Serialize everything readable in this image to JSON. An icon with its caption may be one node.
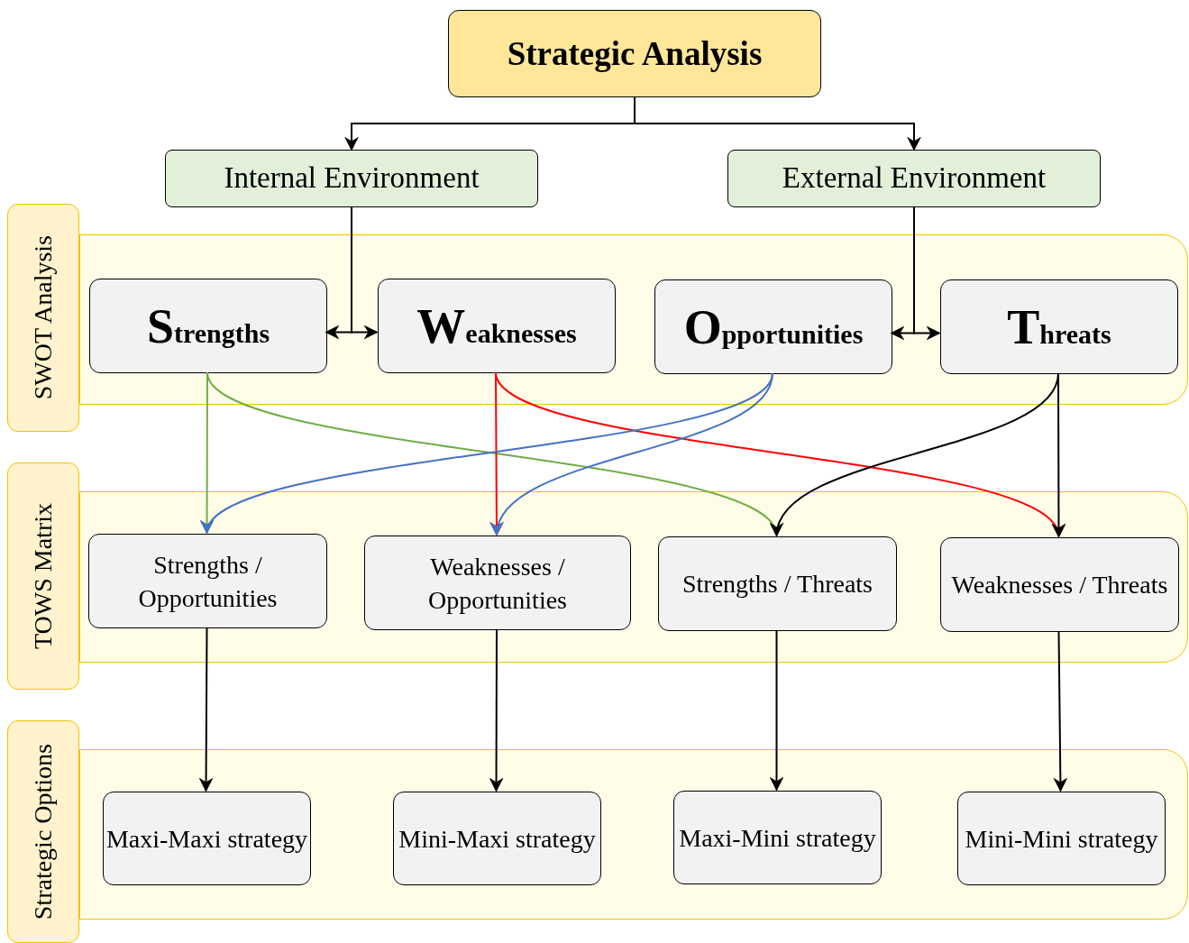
{
  "diagram": {
    "nodes": [
      {
        "text": [
          "Strategic Analysis"
        ]
      },
      {
        "text": [
          "Internal Environment"
        ]
      },
      {
        "text": [
          "External Environment"
        ]
      },
      {
        "text": [
          "SWOT Analysis"
        ]
      },
      {
        "text": [
          "Strengths"
        ],
        "in": 3
      },
      {
        "text": [
          "Weaknesses"
        ],
        "in": 3
      },
      {
        "text": [
          "Opportunities"
        ],
        "in": 3
      },
      {
        "text": [
          "Threats"
        ],
        "in": 3
      },
      {
        "text": [
          "TOWS Matrix"
        ]
      },
      {
        "text": [
          "Strengths / Opportunities"
        ],
        "in": 8
      },
      {
        "text": [
          "Weaknesses / Opportunities"
        ],
        "in": 8
      },
      {
        "text": [
          "Strengths / Threats"
        ],
        "in": 8
      },
      {
        "text": [
          "Weaknesses / Threats"
        ],
        "in": 8
      },
      {
        "text": [
          "Strategic Options"
        ]
      },
      {
        "text": [
          "Maxi-Maxi strategy"
        ],
        "in": 13
      },
      {
        "text": [
          "Mini-Maxi strategy"
        ],
        "in": 13
      },
      {
        "text": [
          "Maxi-Mini strategy"
        ],
        "in": 13
      },
      {
        "text": [
          "Mini-Mini strategy"
        ],
        "in": 13
      }
    ],
    "edges": [
      {
        "from": 0,
        "to": 1,
        "arrow": "to"
      },
      {
        "from": 0,
        "to": 2,
        "arrow": "to"
      },
      {
        "from": 1,
        "to": 4,
        "arrow": "to"
      },
      {
        "from": 1,
        "to": 5,
        "arrow": "to"
      },
      {
        "from": 2,
        "to": 6,
        "arrow": "to"
      },
      {
        "from": 2,
        "to": 7,
        "arrow": "to"
      },
      {
        "from": 4,
        "to": 9,
        "arrow": "to",
        "color": "#70ad47"
      },
      {
        "from": 4,
        "to": 11,
        "arrow": "to",
        "color": "#70ad47"
      },
      {
        "from": 5,
        "to": 10,
        "arrow": "to",
        "color": "#ff0000"
      },
      {
        "from": 5,
        "to": 12,
        "arrow": "to",
        "color": "#ff0000"
      },
      {
        "from": 6,
        "to": 9,
        "arrow": "to",
        "color": "#4472c4"
      },
      {
        "from": 6,
        "to": 10,
        "arrow": "to",
        "color": "#4472c4"
      },
      {
        "from": 7,
        "to": 11,
        "arrow": "to"
      },
      {
        "from": 7,
        "to": 12,
        "arrow": "to"
      },
      {
        "from": 9,
        "to": 14,
        "arrow": "to"
      },
      {
        "from": 10,
        "to": 15,
        "arrow": "to"
      },
      {
        "from": 11,
        "to": 16,
        "arrow": "to"
      },
      {
        "from": 12,
        "to": 17,
        "arrow": "to"
      }
    ]
  }
}
